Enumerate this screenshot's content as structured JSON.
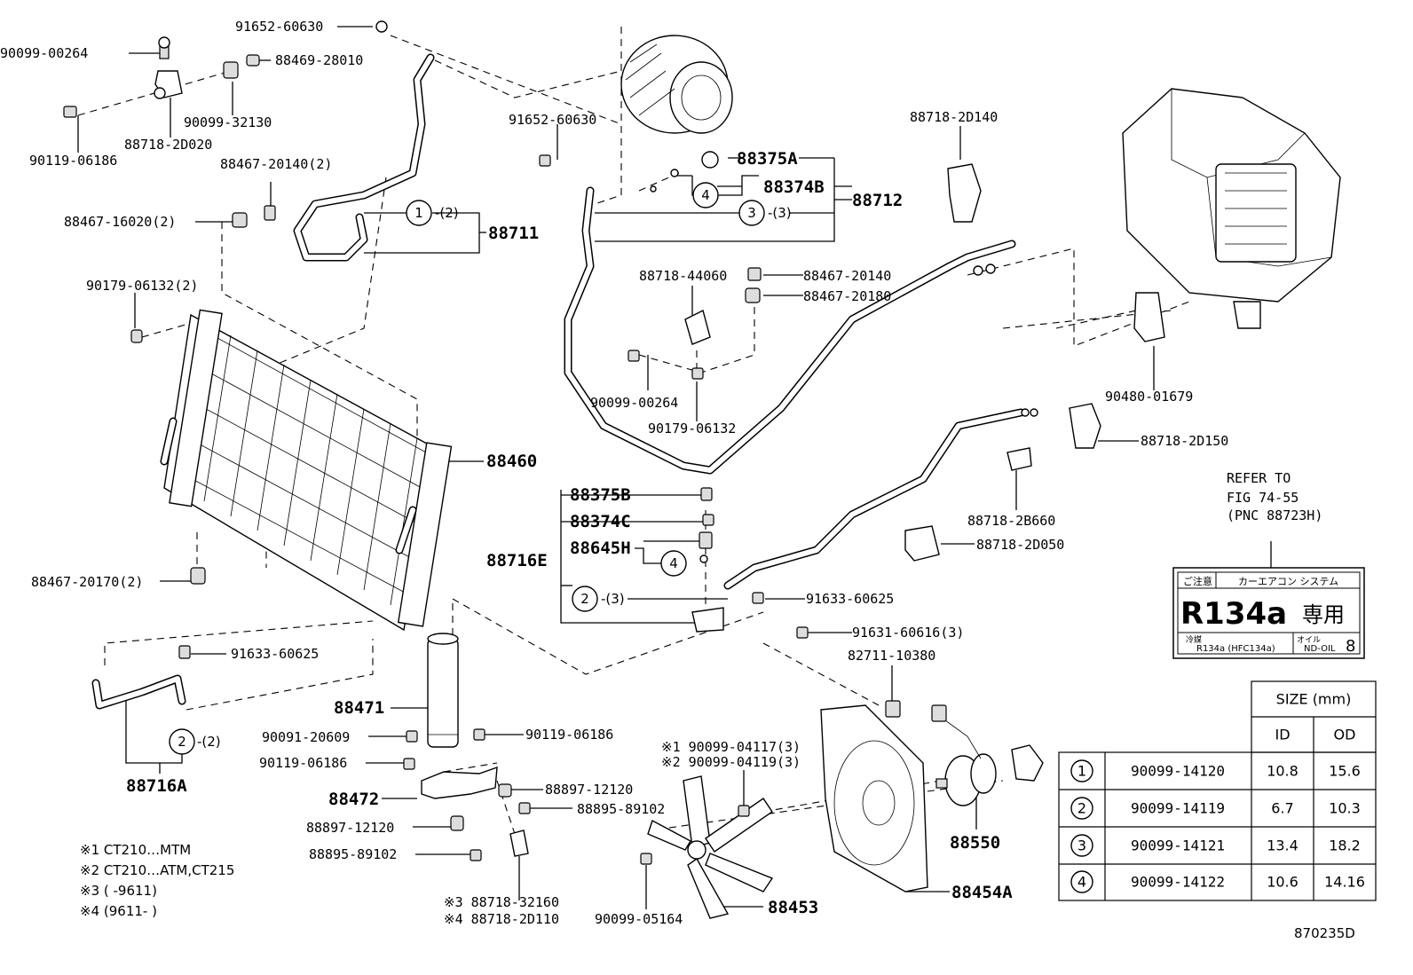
{
  "labels": {
    "p90099_00264_a": "90099-00264",
    "p91652_60630_a": "91652-60630",
    "p88469_28010": "88469-28010",
    "p90099_32130": "90099-32130",
    "p88718_2D020": "88718-2D020",
    "p90119_06186_a": "90119-06186",
    "p88467_20140_2": "88467-20140(2)",
    "p88467_16020_2": "88467-16020(2)",
    "p90179_06132_2": "90179-06132(2)",
    "p88711": "88711",
    "c1_qty": "-(2)",
    "p91652_60630_b": "91652-60630",
    "p88375A": "88375A",
    "p88374B": "88374B",
    "p88712": "88712",
    "c3_qty": "-(3)",
    "p88718_2D140": "88718-2D140",
    "p88718_44060": "88718-44060",
    "p88467_20140": "88467-20140",
    "p88467_20180": "88467-20180",
    "p90099_00264_b": "90099-00264",
    "p90179_06132": "90179-06132",
    "p90480_01679": "90480-01679",
    "p88718_2D150": "88718-2D150",
    "p88460": "88460",
    "p88375B": "88375B",
    "p88374C": "88374C",
    "p88645H": "88645H",
    "p88716E": "88716E",
    "c2_qty_e": "-(3)",
    "p91633_60625_a": "91633-60625",
    "p88718_2B660": "88718-2B660",
    "p88718_2D050": "88718-2D050",
    "p91631_60616_3": "91631-60616(3)",
    "p82711_10380": "82711-10380",
    "p88467_20170_2": "88467-20170(2)",
    "p91633_60625_b": "91633-60625",
    "c2_qty_a": "-(2)",
    "p88716A": "88716A",
    "p88471": "88471",
    "p90091_20609": "90091-20609",
    "p90119_06186_b": "90119-06186",
    "p90119_06186_c": "90119-06186",
    "p88472": "88472",
    "p88897_12120_a": "88897-12120",
    "p88895_89102_a": "88895-89102",
    "p88897_12120_b": "88897-12120",
    "p88895_89102_b": "88895-89102",
    "p88718_32160": "※3 88718-32160",
    "p88718_2D110": "※4 88718-2D110",
    "p90099_04117": "※1 90099-04117(3)",
    "p90099_04119": "※2 90099-04119(3)",
    "p90099_05164": "90099-05164",
    "p88453": "88453",
    "p88454A": "88454A",
    "p88550": "88550"
  },
  "refer": [
    "REFER TO",
    "FIG 74-55",
    "(PNC 88723H)"
  ],
  "notes": [
    "※1 CT210…MTM",
    "※2 CT210…ATM,CT215",
    "※3 (      -9611)",
    "※4 (9611-      )"
  ],
  "figure_id": "870235D",
  "circles": [
    "1",
    "2",
    "3",
    "4"
  ],
  "label_card": {
    "caution": "ご注意",
    "system": "カーエアコン システム",
    "refrigerant": "R134a",
    "exclusive": "専用",
    "ref_small": "冷媒",
    "ref_name": "R134a (HFC134a)",
    "oil_small": "オイル",
    "oil_name": "ND-OIL",
    "oil_no": "8"
  },
  "size_table": {
    "header": "SIZE (mm)",
    "col_id": "ID",
    "col_od": "OD",
    "rows": [
      {
        "no": "1",
        "part": "90099-14120",
        "id": "10.8",
        "od": "15.6"
      },
      {
        "no": "2",
        "part": "90099-14119",
        "id": "6.7",
        "od": "10.3"
      },
      {
        "no": "3",
        "part": "90099-14121",
        "id": "13.4",
        "od": "18.2"
      },
      {
        "no": "4",
        "part": "90099-14122",
        "id": "10.6",
        "od": "14.16"
      }
    ]
  }
}
